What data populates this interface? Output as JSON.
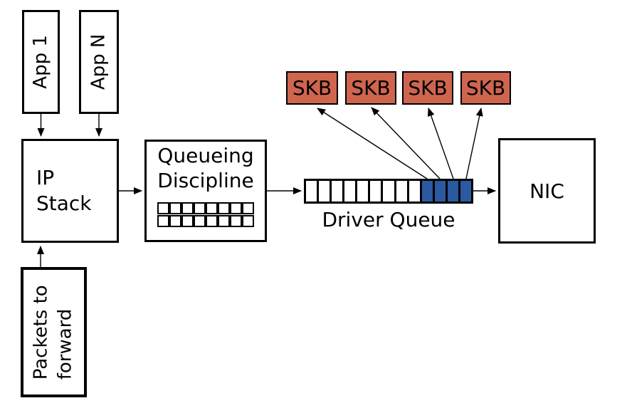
{
  "colors": {
    "background": "#ffffff",
    "box_border": "#000000",
    "skb_fill": "#d0654f",
    "queue_filled_fill": "#2c5aa0",
    "arrow": "#000000"
  },
  "nodes": {
    "app1": {
      "label": "App 1"
    },
    "appn": {
      "label": "App N"
    },
    "ip_stack": {
      "line1": "IP",
      "line2": "Stack"
    },
    "queueing_discipline": {
      "line1": "Queueing",
      "line2": "Discipline",
      "grid_rows": 2,
      "grid_cols": 8
    },
    "driver_queue": {
      "label": "Driver Queue",
      "cells_total": 13,
      "cells_filled": 4
    },
    "nic": {
      "label": "NIC"
    },
    "packets_to_forward": {
      "line1": "Packets to",
      "line2": "forward"
    },
    "skb_labels": [
      "SKB",
      "SKB",
      "SKB",
      "SKB"
    ]
  }
}
